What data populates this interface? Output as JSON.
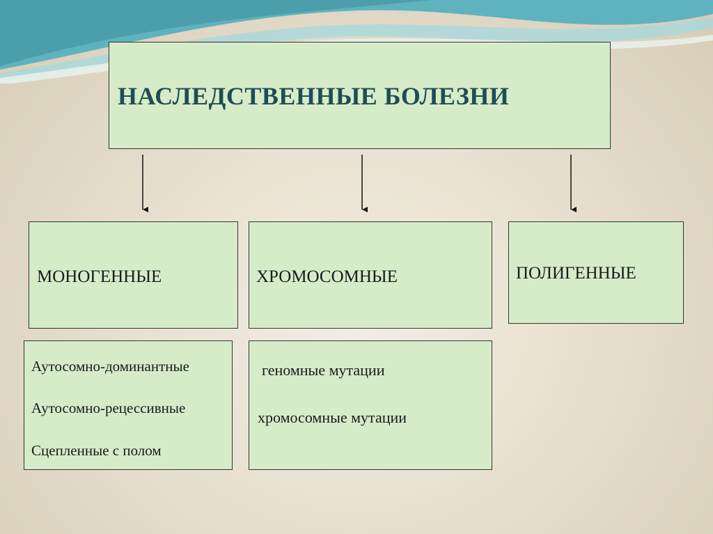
{
  "diagram": {
    "title": "НАСЛЕДСТВЕННЫЕ БОЛЕЗНИ",
    "categories": [
      {
        "label": "МОНОГЕННЫЕ"
      },
      {
        "label": "ХРОМОСОМНЫЕ"
      },
      {
        "label": "ПОЛИГЕННЫЕ"
      }
    ],
    "subgroups": {
      "monogenic": [
        "Аутосомно-доминантные",
        "Аутосомно-рецессивные",
        "Сцепленные с полом"
      ],
      "chromosomal": [
        "геномные мутации",
        "хромосомные мутации"
      ]
    },
    "colors": {
      "box_fill": "#d6ecc9",
      "title_text": "#1f4d52",
      "wave_teal": "#5fb3bf",
      "wave_light": "#a9d8dd"
    }
  }
}
